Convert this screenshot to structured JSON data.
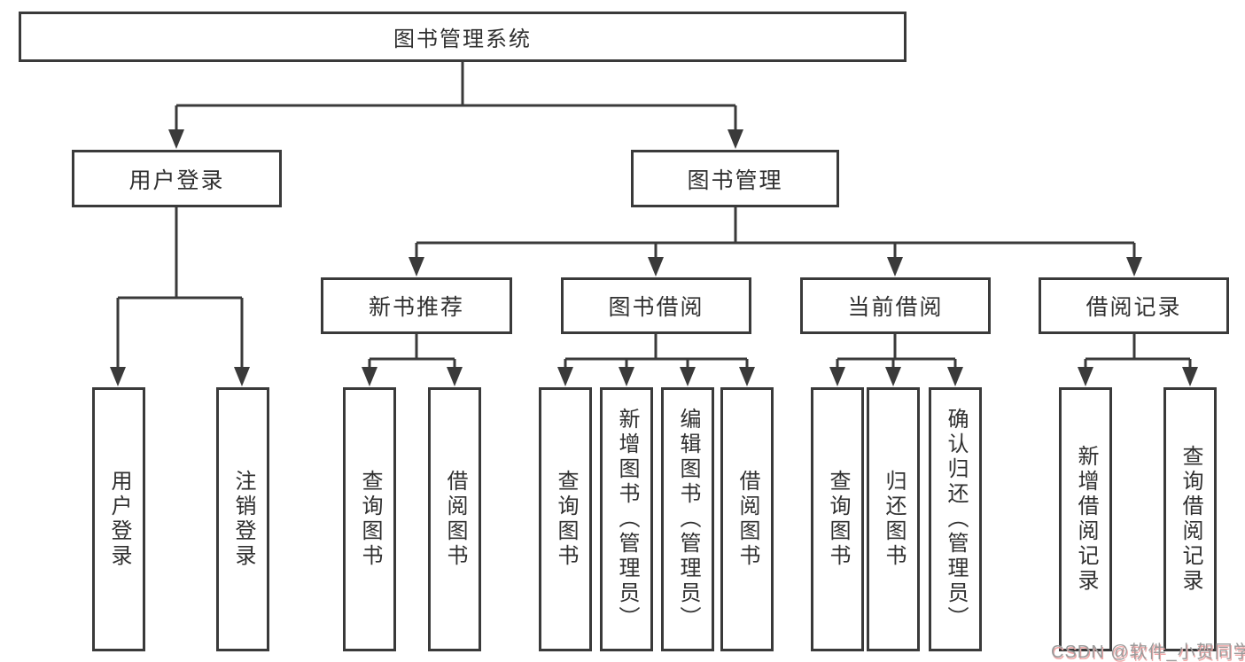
{
  "tree": {
    "root": {
      "label": "图书管理系统"
    },
    "branches": [
      {
        "label": "用户登录",
        "leaves": [
          {
            "label": "用户登录"
          },
          {
            "label": "注销登录"
          }
        ]
      },
      {
        "label": "图书管理",
        "groups": [
          {
            "label": "新书推荐",
            "leaves": [
              {
                "label": "查询图书"
              },
              {
                "label": "借阅图书"
              }
            ]
          },
          {
            "label": "图书借阅",
            "leaves": [
              {
                "label": "查询图书"
              },
              {
                "label": "新增图书（管理员）"
              },
              {
                "label": "编辑图书（管理员）"
              },
              {
                "label": "借阅图书"
              }
            ]
          },
          {
            "label": "当前借阅",
            "leaves": [
              {
                "label": "查询图书"
              },
              {
                "label": "归还图书"
              },
              {
                "label": "确认归还（管理员）"
              }
            ]
          },
          {
            "label": "借阅记录",
            "leaves": [
              {
                "label": "新增借阅记录"
              },
              {
                "label": "查询借阅记录"
              }
            ]
          }
        ]
      }
    ]
  },
  "watermark": {
    "text": "CSDN @软件_小贺同学"
  },
  "colors": {
    "line": "#3a3a3a",
    "node_border": "#3a3a3a",
    "node_fill": "#ffffff",
    "text": "#303030",
    "watermark_text": "#9b9b9b",
    "watermark_shadow": "#f0a9a9"
  }
}
